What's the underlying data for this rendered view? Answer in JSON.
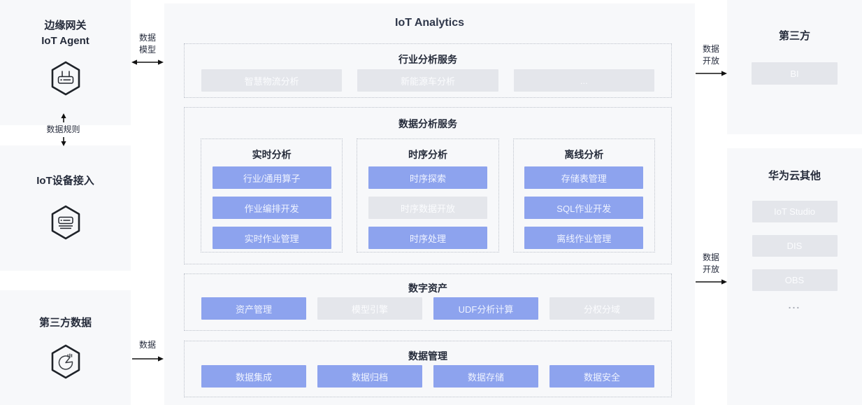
{
  "colors": {
    "panel_bg": "#f7f8fa",
    "chip_blue": "#8da3ee",
    "chip_gray": "#e4e6eb",
    "text_dark": "#252b3a",
    "dashed_border": "#bcc1ca"
  },
  "left_panels": [
    {
      "icon": "gateway-icon",
      "lines": [
        "边缘网关",
        "IoT Agent"
      ]
    },
    {
      "icon": "device-access-icon",
      "lines": [
        "IoT设备接入"
      ]
    },
    {
      "icon": "pie-data-icon",
      "lines": [
        "第三方数据"
      ]
    }
  ],
  "connectors": {
    "data_model": {
      "line1": "数据",
      "line2": "模型"
    },
    "data_rules": {
      "label": "数据规则"
    },
    "data_in": {
      "label": "数据"
    },
    "data_open_top": {
      "line1": "数据",
      "line2": "开放"
    },
    "data_open_bottom": {
      "line1": "数据",
      "line2": "开放"
    }
  },
  "main": {
    "title": "IoT Analytics",
    "section1": {
      "title": "行业分析服务",
      "buttons": [
        "智慧物流分析",
        "新能源车分析",
        "..."
      ]
    },
    "section2": {
      "title": "数据分析服务",
      "columns": [
        {
          "title": "实时分析",
          "buttons": [
            "行业/通用算子",
            "作业编排开发",
            "实时作业管理"
          ]
        },
        {
          "title": "时序分析",
          "buttons": [
            "时序探索",
            "时序数据开放",
            "时序处理"
          ]
        },
        {
          "title": "离线分析",
          "buttons": [
            "存储表管理",
            "SQL作业开发",
            "离线作业管理"
          ]
        }
      ]
    },
    "section3": {
      "title": "数字资产",
      "buttons": [
        "资产管理",
        "模型引擎",
        "UDF分析计算",
        "分权分域"
      ]
    },
    "section4": {
      "title": "数据管理",
      "buttons": [
        "数据集成",
        "数据归档",
        "数据存储",
        "数据安全"
      ]
    }
  },
  "right_panels": {
    "third_party": {
      "title": "第三方",
      "buttons": [
        "BI"
      ]
    },
    "huawei_cloud": {
      "title": "华为云其他",
      "buttons": [
        "IoT Studio",
        "DIS",
        "OBS"
      ],
      "more": "..."
    }
  }
}
